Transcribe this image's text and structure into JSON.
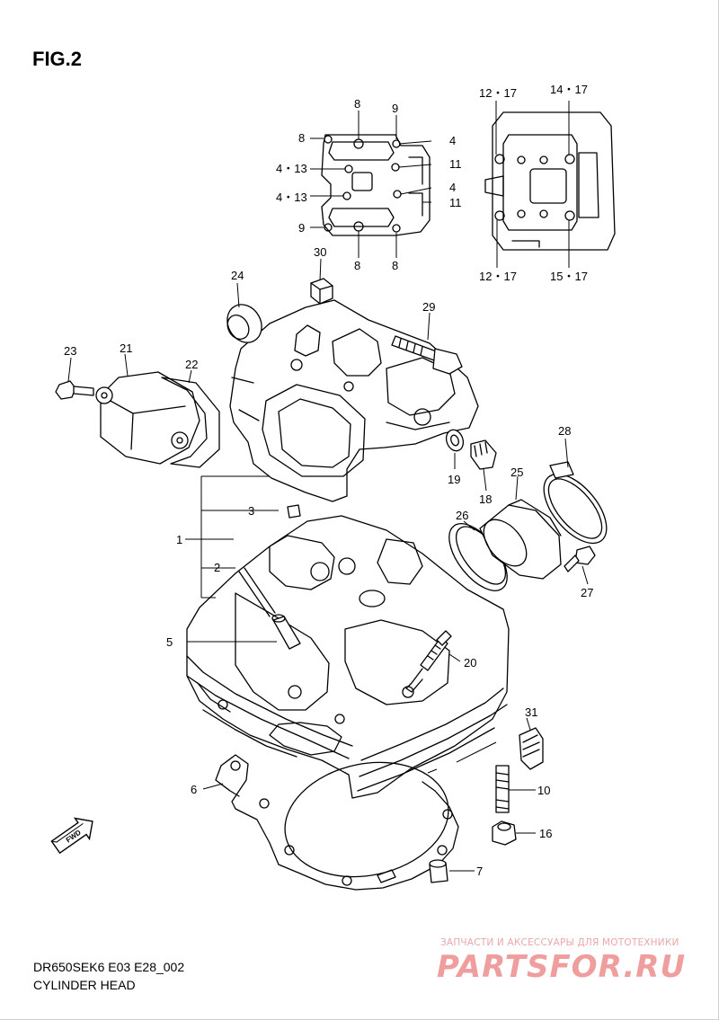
{
  "figure": {
    "title": "FIG.2",
    "model_code": "DR650SEK6 E03 E28_002",
    "caption": "CYLINDER HEAD",
    "direction_label": "FWD"
  },
  "watermark": {
    "tagline": "ЗАПЧАСТИ И АКСЕССУАРЫ ДЛЯ МОТОТЕХНИКИ",
    "brand": "PARTSFOR.RU",
    "color": "#ef9d9d"
  },
  "callouts": {
    "c1": "1",
    "c2": "2",
    "c3": "3",
    "c5": "5",
    "c6": "6",
    "c7": "7",
    "c10": "10",
    "c16": "16",
    "c18": "18",
    "c19": "19",
    "c20": "20",
    "c21": "21",
    "c22": "22",
    "c23": "23",
    "c24": "24",
    "c25": "25",
    "c26": "26",
    "c27": "27",
    "c28": "28",
    "c29": "29",
    "c30": "30",
    "c31": "31"
  },
  "torque_detail_left": {
    "l8a": "8",
    "l9a": "9",
    "l8b": "8",
    "l4a": "4",
    "l413a": "4・13",
    "l11a": "11",
    "l4b": "4",
    "l413b": "4・13",
    "l11b": "11",
    "l9b": "9",
    "l8c": "8",
    "l8d": "8"
  },
  "torque_detail_right": {
    "r1217a": "12・17",
    "r1417": "14・17",
    "r1217b": "12・17",
    "r1517": "15・17"
  }
}
